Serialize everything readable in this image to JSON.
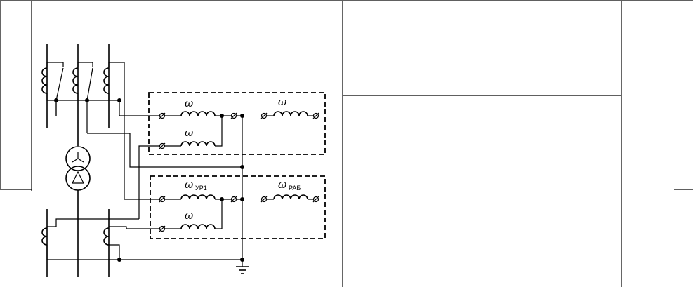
{
  "labels": {
    "omega_top_left": "ω",
    "omega_top_right": "ω",
    "omega_top_bottom": "ω",
    "omega_ur": "ω",
    "omega_ur_sub": "УР1",
    "omega_rab": "ω",
    "omega_rab_sub": "РАБ",
    "omega_bottom_bottom": "ω"
  }
}
